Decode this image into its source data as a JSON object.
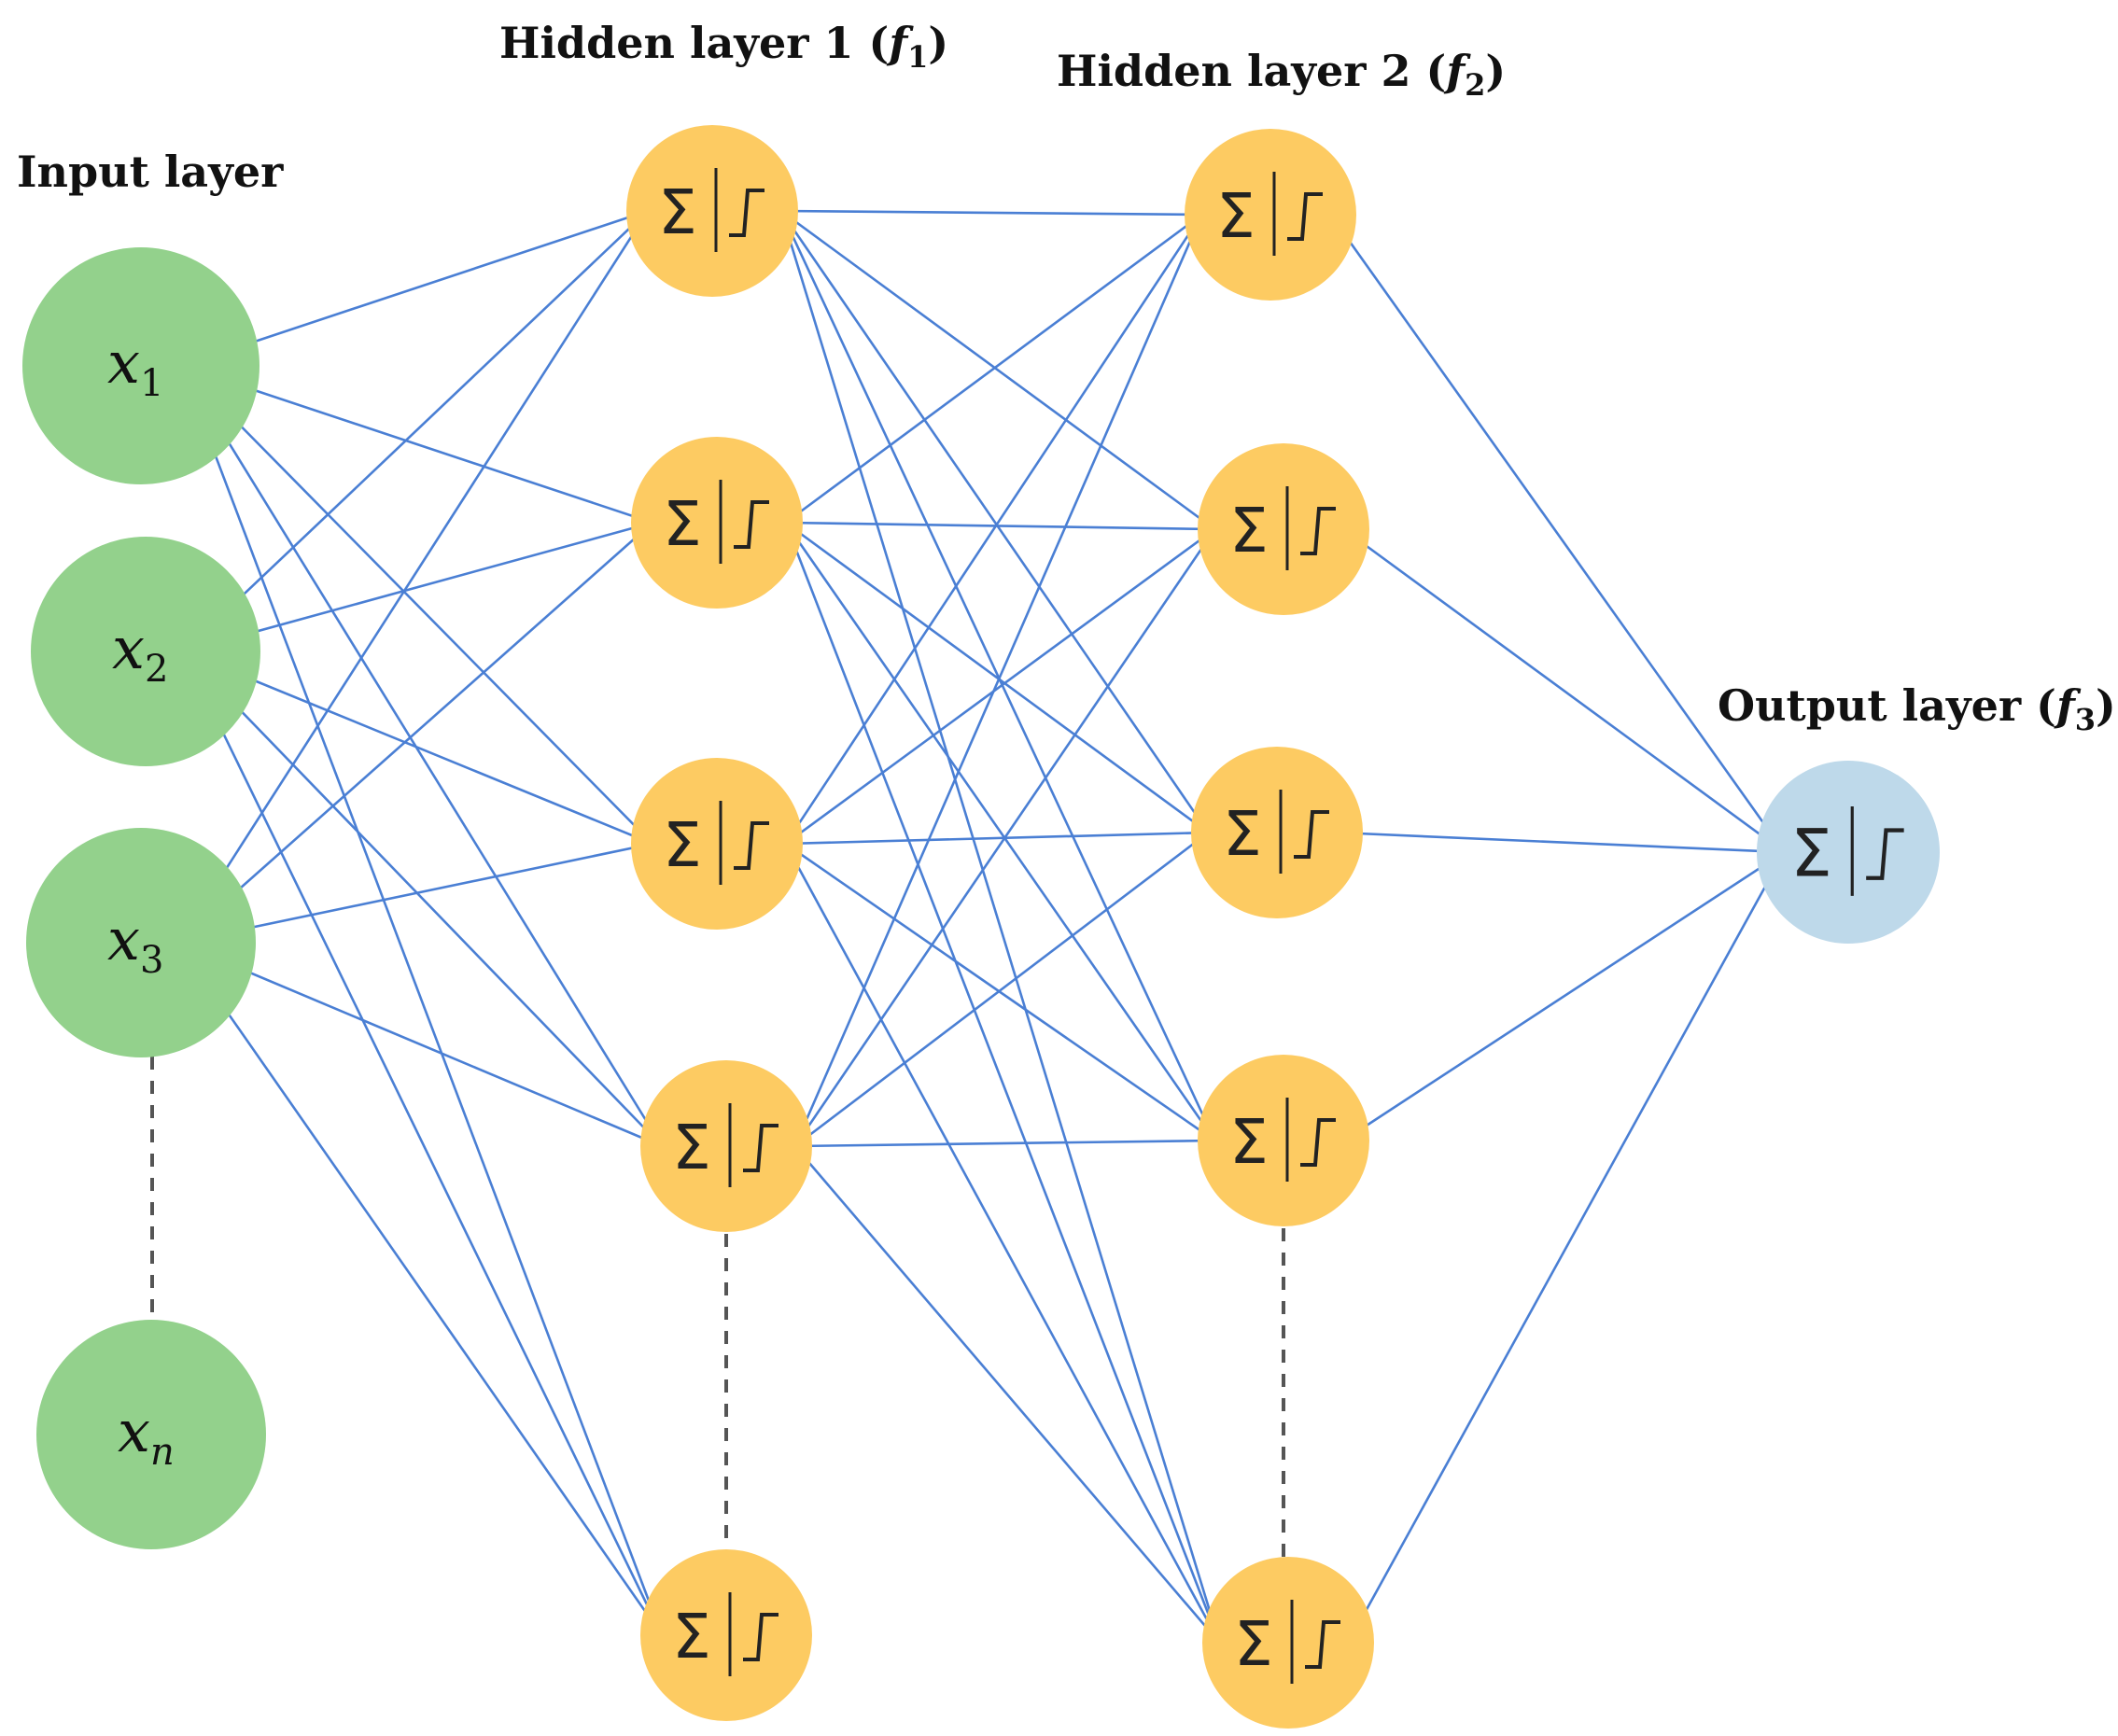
{
  "colors": {
    "input_node": "#93d18c",
    "hidden_node": "#fdcb62",
    "output_node": "#bed9ea",
    "edge": "#4a7fd4",
    "text": "#111111",
    "dashes": "#555555"
  },
  "titles": {
    "input": "Input layer",
    "hidden1_text": "Hidden layer 1 (",
    "hidden1_fn": "f",
    "hidden1_sub": "1",
    "hidden1_close": ")",
    "hidden2_text": "Hidden layer 2 (",
    "hidden2_fn": "f",
    "hidden2_sub": "2",
    "hidden2_close": ")",
    "output_text": "Output layer (",
    "output_fn": "f",
    "output_sub": "3",
    "output_close": ")"
  },
  "input_nodes": [
    {
      "var": "x",
      "sub": "1"
    },
    {
      "var": "x",
      "sub": "2"
    },
    {
      "var": "x",
      "sub": "3"
    },
    {
      "var": "x",
      "sub": "n"
    }
  ],
  "neuron_symbol": "Σ",
  "hidden1_count": 5,
  "hidden2_count": 5,
  "output_count": 1
}
